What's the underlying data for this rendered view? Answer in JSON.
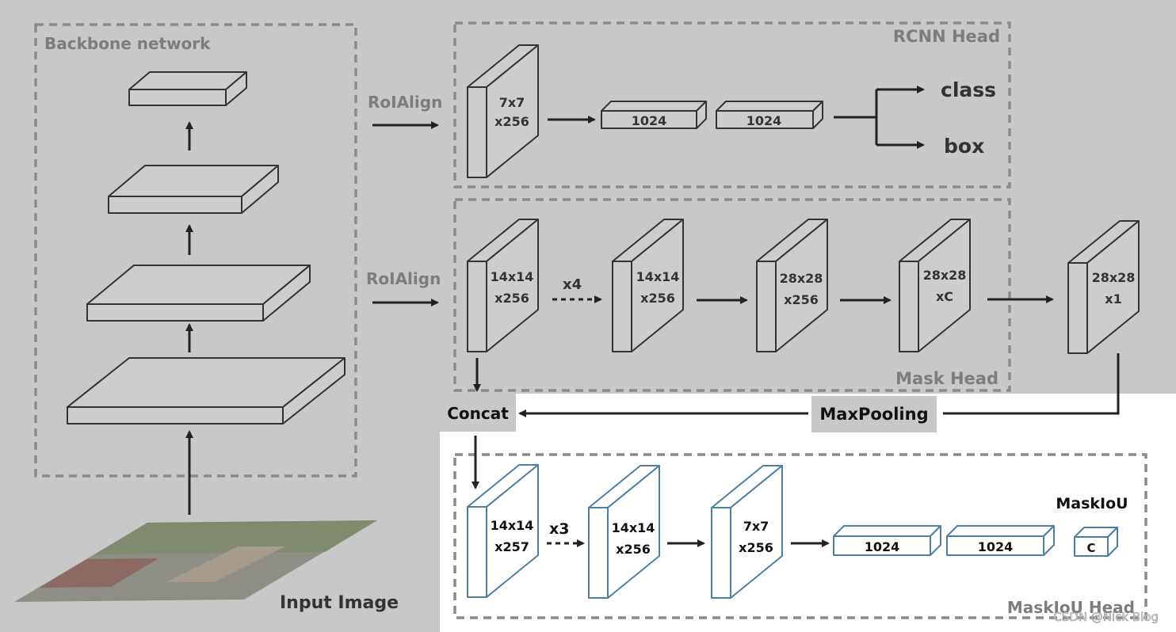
{
  "backbone": {
    "title": "Backbone network"
  },
  "input": {
    "label": "Input Image"
  },
  "rcnn_head": {
    "title": "RCNN Head",
    "roialign": "RoIAlign",
    "feature_line1": "7x7",
    "feature_line2": "x256",
    "fc1": "1024",
    "fc2": "1024",
    "out_class": "class",
    "out_box": "box"
  },
  "mask_head": {
    "title": "Mask Head",
    "roialign": "RoIAlign",
    "f1_line1": "14x14",
    "f1_line2": "x256",
    "repeat": "x4",
    "f2_line1": "14x14",
    "f2_line2": "x256",
    "f3_line1": "28x28",
    "f3_line2": "x256",
    "f4_line1": "28x28",
    "f4_line2": "xC",
    "out_line1": "28x28",
    "out_line2": "x1"
  },
  "concat": "Concat",
  "maxpooling": "MaxPooling",
  "maskiou_head": {
    "title": "MaskIoU Head",
    "f1_line1": "14x14",
    "f1_line2": "x257",
    "repeat": "x3",
    "f2_line1": "14x14",
    "f2_line2": "x256",
    "f3_line1": "7x7",
    "f3_line2": "x256",
    "fc1": "1024",
    "fc2": "1024",
    "fc3": "C",
    "output_label": "MaskIoU"
  },
  "watermark": "CSDN @Nick Blog"
}
